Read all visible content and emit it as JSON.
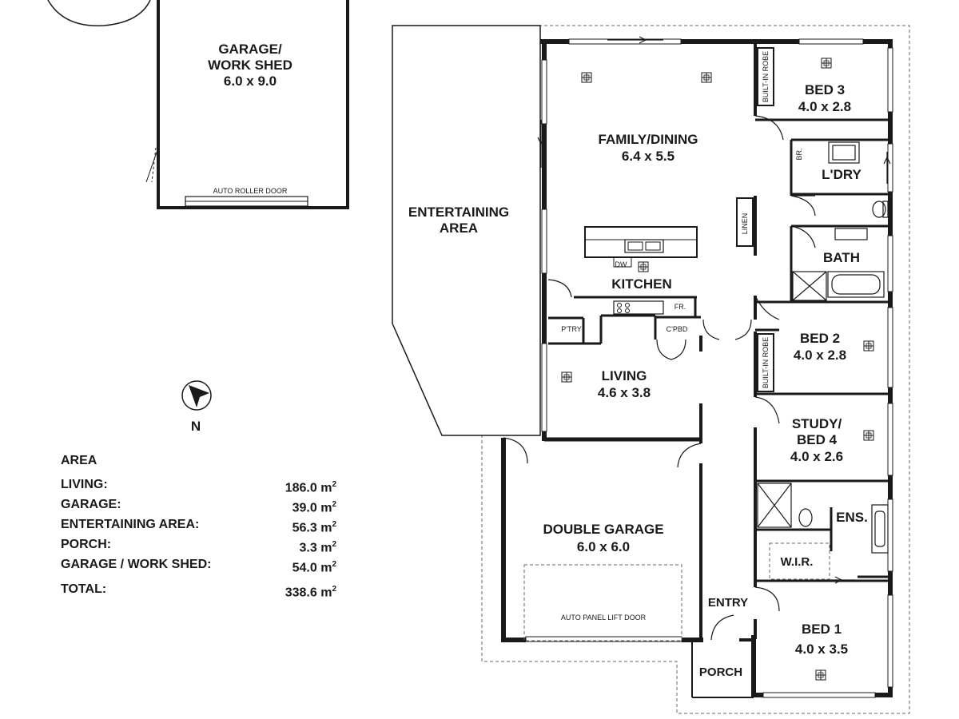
{
  "rooms": {
    "garage_shed": {
      "name1": "GARAGE/",
      "name2": "WORK SHED",
      "dims": "6.0 x 9.0",
      "door": "AUTO ROLLER DOOR"
    },
    "entertaining": {
      "name1": "ENTERTAINING",
      "name2": "AREA"
    },
    "family_dining": {
      "name": "FAMILY/DINING",
      "dims": "6.4 x 5.5"
    },
    "kitchen": {
      "name": "KITCHEN",
      "dw": "DW",
      "fr": "FR.",
      "ptry": "P'TRY",
      "cpbd": "C'PBD"
    },
    "living": {
      "name": "LIVING",
      "dims": "4.6 x 3.8"
    },
    "bed3": {
      "name": "BED 3",
      "dims": "4.0 x 2.8",
      "robe": "BUILT-IN ROBE"
    },
    "laundry": {
      "name": "L'DRY",
      "br": "BR."
    },
    "linen": {
      "name": "LINEN"
    },
    "bath": {
      "name": "BATH"
    },
    "bed2": {
      "name": "BED 2",
      "dims": "4.0 x 2.8",
      "robe": "BUILT-IN ROBE"
    },
    "study": {
      "name1": "STUDY/",
      "name2": "BED 4",
      "dims": "4.0 x 2.6"
    },
    "ens": {
      "name": "ENS."
    },
    "wir": {
      "name": "W.I.R."
    },
    "bed1": {
      "name": "BED 1",
      "dims": "4.0 x 3.5"
    },
    "double_garage": {
      "name": "DOUBLE GARAGE",
      "dims": "6.0 x 6.0",
      "door": "AUTO PANEL LIFT DOOR"
    },
    "entry": {
      "name": "ENTRY"
    },
    "porch": {
      "name": "PORCH"
    }
  },
  "compass": {
    "label": "N"
  },
  "area": {
    "title": "AREA",
    "rows": [
      {
        "label": "LIVING:",
        "value": "186.0 m",
        "unit_sup": "2"
      },
      {
        "label": "GARAGE:",
        "value": "39.0 m",
        "unit_sup": "2"
      },
      {
        "label": "ENTERTAINING AREA:",
        "value": "56.3 m",
        "unit_sup": "2"
      },
      {
        "label": "PORCH:",
        "value": "3.3 m",
        "unit_sup": "2"
      },
      {
        "label": "GARAGE / WORK SHED:",
        "value": "54.0 m",
        "unit_sup": "2"
      }
    ],
    "total": {
      "label": "TOTAL:",
      "value": "338.6 m",
      "unit_sup": "2"
    }
  }
}
